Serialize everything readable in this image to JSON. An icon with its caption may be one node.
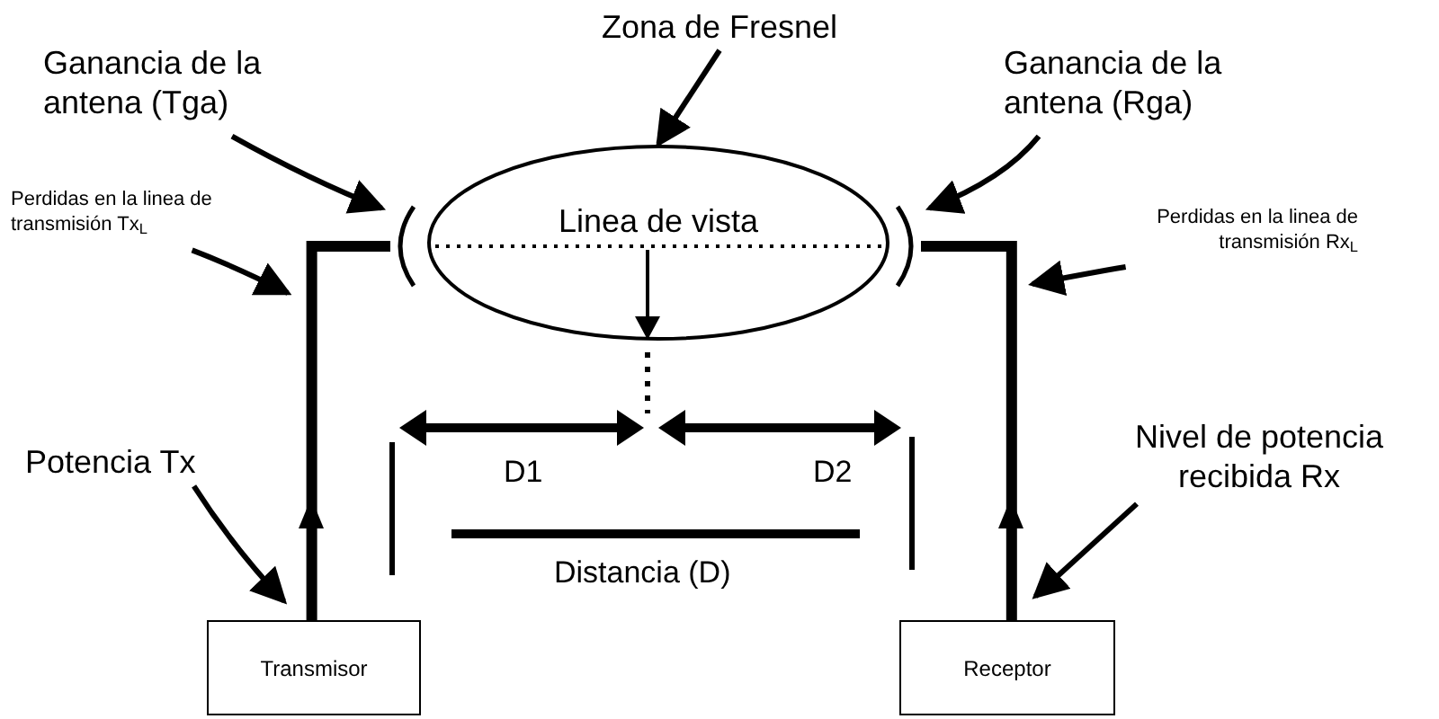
{
  "diagram": {
    "nodes": [
      {
        "text": [
          "Zona de Fresnel"
        ]
      },
      {
        "text": [
          "Linea de vista"
        ]
      },
      {
        "text": [
          "Ganancia de la antena (Tga)"
        ]
      },
      {
        "text": [
          "Ganancia de la antena (Rga)"
        ]
      },
      {
        "text": [
          "Perdidas en la linea de transmisión Tx$_{L}$"
        ]
      },
      {
        "text": [
          "Perdidas en la linea de transmisión Rx$_{L}$"
        ]
      },
      {
        "text": [],
        "shape": "arc"
      },
      {
        "text": [],
        "shape": "arc"
      },
      {
        "text": [
          "Potencia Tx"
        ]
      },
      {
        "text": [
          "Nivel de potencia recibida Rx"
        ]
      },
      {
        "text": [
          "Transmisor"
        ]
      },
      {
        "text": [
          "Receptor"
        ]
      }
    ],
    "edges": [
      {
        "from": 0,
        "to": 1,
        "arrow": "to"
      },
      {
        "from": 2,
        "to": 6,
        "arrow": "to"
      },
      {
        "from": 3,
        "to": 7,
        "arrow": "to"
      },
      {
        "from": 4,
        "to": null,
        "arrow": "to"
      },
      {
        "from": 5,
        "to": null,
        "arrow": "to"
      },
      {
        "from": 8,
        "to": 10,
        "arrow": "to"
      },
      {
        "from": 9,
        "to": 11,
        "arrow": "to"
      },
      {
        "from": 10,
        "to": 6,
        "arrow": "to",
        "style": "thick"
      },
      {
        "from": 11,
        "to": 7,
        "arrow": "to",
        "style": "thick"
      }
    ],
    "labels": [
      "D1",
      "D2",
      "Distancia (D)"
    ]
  }
}
